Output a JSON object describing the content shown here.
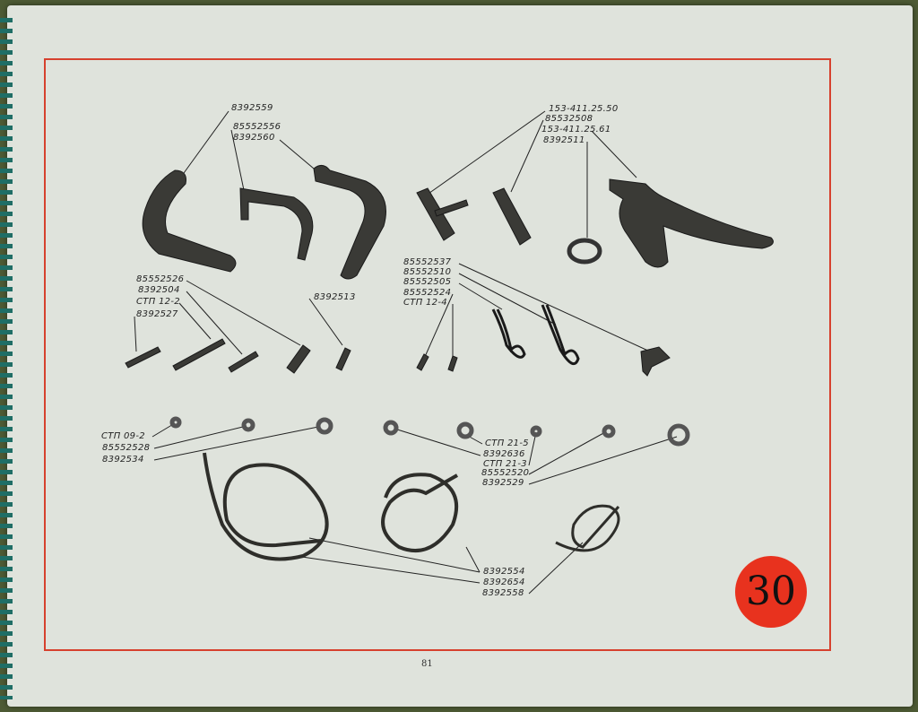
{
  "page_number": "81",
  "plate_number": "30",
  "colors": {
    "frame": "#d6412e",
    "badge": "#e8321e",
    "paper": "#dfe3dc"
  },
  "labels": {
    "l1": "8392559",
    "l2": "85552556",
    "l3": "8392560",
    "l4": "153-411.25.50",
    "l5": "85532508",
    "l6": "153-411.25.61",
    "l7": "8392511",
    "l8": "85552526",
    "l9": "8392504",
    "l10": "СТП 12-2",
    "l11": "8392527",
    "l12": "8392513",
    "l13": "85552537",
    "l14": "85552510",
    "l15": "85552505",
    "l16": "85552524",
    "l17": "СТП 12-4",
    "l18": "СТП 09-2",
    "l19": "85552528",
    "l20": "8392534",
    "l21": "СТП 21-5",
    "l22": "8392636",
    "l23": "СТП 21-3",
    "l24": "85552520",
    "l25": "8392529",
    "l26": "8392554",
    "l27": "8392654",
    "l28": "8392558"
  }
}
